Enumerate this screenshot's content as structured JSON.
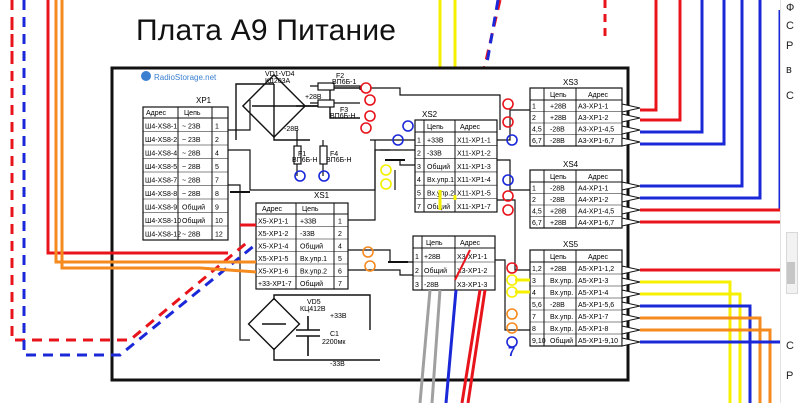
{
  "title": "Плата А9 Питание",
  "watermark": "RadioStorage.net",
  "colors": {
    "red": "#e8141c",
    "blue": "#1a28d8",
    "yellow": "#f5f000",
    "orange": "#f58a1e",
    "grey": "#a0a0a0",
    "black": "#111111"
  },
  "labels": {
    "vd1_vd4": "VD1-VD4",
    "vd1_part": "КД203А",
    "f2": "F2",
    "f2_part": "ВП6Б-1",
    "f3": "F3",
    "f3_part": "ВП6Б-Н",
    "f1": "F1",
    "f1_part": "ВП6Б-Н",
    "f4": "F4",
    "f4_part": "ВП6Б-Н",
    "xp1": "XP1",
    "xs1": "XS1",
    "xs2": "XS2",
    "xs3": "XS3",
    "xs4": "XS4",
    "xs5": "XS5",
    "vd5": "VD5",
    "vd5_part": "КЦ412В",
    "c1": "C1",
    "c1_val": "2200мк",
    "plus28": "+28В",
    "minus28": "-28В",
    "plus33": "+33В",
    "minus33": "-33В",
    "seven": "7"
  },
  "xp1": {
    "head": [
      "Адрес",
      "Цепь"
    ],
    "rows": [
      [
        "Ш4-XS8-1",
        "~ 23В",
        "1"
      ],
      [
        "Ш4-XS8-2",
        "~ 23В",
        "2"
      ],
      [
        "Ш4-XS8-4",
        "~ 28В",
        "4"
      ],
      [
        "Ш4-XS8-5",
        "~ 28В",
        "5"
      ],
      [
        "Ш4-XS8-7",
        "~ 28В",
        "7"
      ],
      [
        "Ш4-XS8-8",
        "~ 28В",
        "8"
      ],
      [
        "Ш4-XS8-9",
        "Общий",
        "9"
      ],
      [
        "Ш4-XS8-10",
        "Общий",
        "10"
      ],
      [
        "Ш4-XS8-12",
        "~ 28В",
        "12"
      ]
    ]
  },
  "xs1": {
    "head": [
      "Адрес",
      "Цепь"
    ],
    "rows": [
      [
        "Х5-XР1-1",
        "+33В",
        "1"
      ],
      [
        "Х5-XР1-2",
        "-33В",
        "2"
      ],
      [
        "Х5-XР1-4",
        "Общий",
        "4"
      ],
      [
        "Х5-XР1-5",
        "Вх.упр.1",
        "5"
      ],
      [
        "Х5-XР1-6",
        "Вх.упр.2",
        "6"
      ],
      [
        "+33-XР1-7",
        "Общий",
        "7"
      ]
    ]
  },
  "xs2": {
    "head": [
      "Цепь",
      "Адрес"
    ],
    "rows": [
      [
        "1",
        "+33В",
        "Х11-XР1-1"
      ],
      [
        "2",
        "-33В",
        "Х11-XР1-2"
      ],
      [
        "3",
        "Общий",
        "Х11-XР1-3"
      ],
      [
        "4",
        "Вх.упр.1",
        "Х11-XР1-4"
      ],
      [
        "5",
        "Вх.упр.2",
        "Х11-XР1-5"
      ],
      [
        "7",
        "Общий",
        "Х11-XР1-7"
      ]
    ]
  },
  "xs3": {
    "head": [
      "Цепь",
      "Адрес"
    ],
    "rows": [
      [
        "1",
        "+28В",
        "А3-XР1-1"
      ],
      [
        "2",
        "+28В",
        "А3-XР1-2"
      ],
      [
        "4,5",
        "-28В",
        "А3-XР1-4,5"
      ],
      [
        "6,7",
        "-28В",
        "А3-XР1-6,7"
      ]
    ]
  },
  "xs4": {
    "head": [
      "Цепь",
      "Адрес"
    ],
    "rows": [
      [
        "1",
        "-28В",
        "А4-XР1-1"
      ],
      [
        "2",
        "-28В",
        "А4-XР1-2"
      ],
      [
        "4,5",
        "+28В",
        "А4-XР1-4,5"
      ],
      [
        "6,7",
        "+28В",
        "А4-XР1-6,7"
      ]
    ]
  },
  "xs5": {
    "head": [
      "Цепь",
      "Адрес"
    ],
    "rows": [
      [
        "1,2",
        "+28В",
        "А5-XР1-1,2"
      ],
      [
        "3",
        "Вх.упр.",
        "А5-XР1-3"
      ],
      [
        "4",
        "Вх.упр.",
        "А5-XР1-4"
      ],
      [
        "5,6",
        "-28В",
        "А5-XР1-5,6"
      ],
      [
        "7",
        "Вх.упр.",
        "А5-XР1-7"
      ],
      [
        "8",
        "Вх.упр.",
        "А5-XР1-8"
      ],
      [
        "9,10",
        "Общий",
        "А5-XР1-9,10"
      ]
    ]
  },
  "xs6": {
    "head": [
      "Цепь",
      "Адрес"
    ],
    "rows": [
      [
        "1",
        "+28В",
        "Х3-XР1-1"
      ],
      [
        "2",
        "Общий",
        "Х3-XР1-2"
      ],
      [
        "3",
        "-28В",
        "Х3-XР1-3"
      ]
    ]
  },
  "side_panel": {
    "glyphs": [
      "Ф",
      "С",
      "Р",
      "в",
      "С",
      "С",
      "Р"
    ]
  }
}
